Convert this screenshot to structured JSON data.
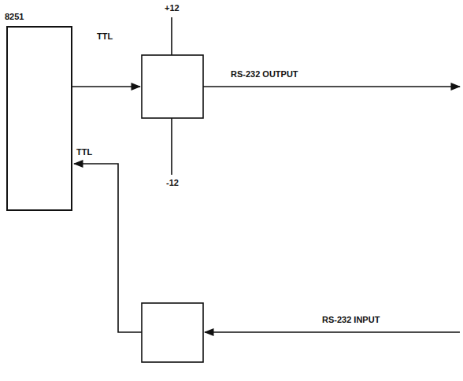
{
  "diagram": {
    "nodes": [
      {
        "text": [
          "8251"
        ]
      }
    ],
    "labels": [
      "TTL",
      "+12",
      "-12",
      "RS-232 OUTPUT",
      "TTL",
      "RS-232 INPUT"
    ]
  }
}
